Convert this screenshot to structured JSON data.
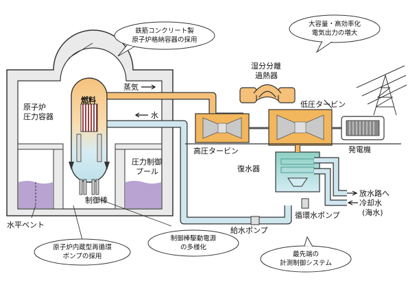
{
  "callouts": {
    "containment": [
      "鉄筋コンクリート製",
      "原子炉格納容器の採用"
    ],
    "capacity": [
      "大容量・高効率化",
      "電気出力の増大"
    ],
    "pump": [
      "原子炉内蔵型再循環",
      "ポンプの採用"
    ],
    "drive": [
      "制御棒駆動電源",
      "の多様化"
    ],
    "control": [
      "最先端の",
      "計測制御システム"
    ]
  },
  "labels": {
    "vessel": [
      "原子炉",
      "圧力容器"
    ],
    "fuel": "燃料",
    "steam": "蒸気",
    "water": "水",
    "separator": [
      "湿分分離",
      "過熱器"
    ],
    "lp_turbine": "低圧タービン",
    "hp_turbine": "高圧タービン",
    "generator": "発電機",
    "suppression_pool": [
      "圧力制御",
      "プール"
    ],
    "control_rod": "制御棒",
    "condenser": "復水器",
    "discharge": "放水路へ",
    "cooling_water": [
      "冷却水",
      "(海水)"
    ],
    "circ_pump": "循環水ポンプ",
    "feed_pump": "給水ポンプ",
    "vent": "水平ベント"
  },
  "colors": {
    "steam_pipe": "#f5c07a",
    "water_pipe": "#cfe6ef",
    "turbine": "#f2b65c",
    "pool": "#b9a3d3",
    "concrete": "#eaeaea",
    "condenser_top": "#a8d8d0",
    "fuel_rod": "#a04040"
  }
}
